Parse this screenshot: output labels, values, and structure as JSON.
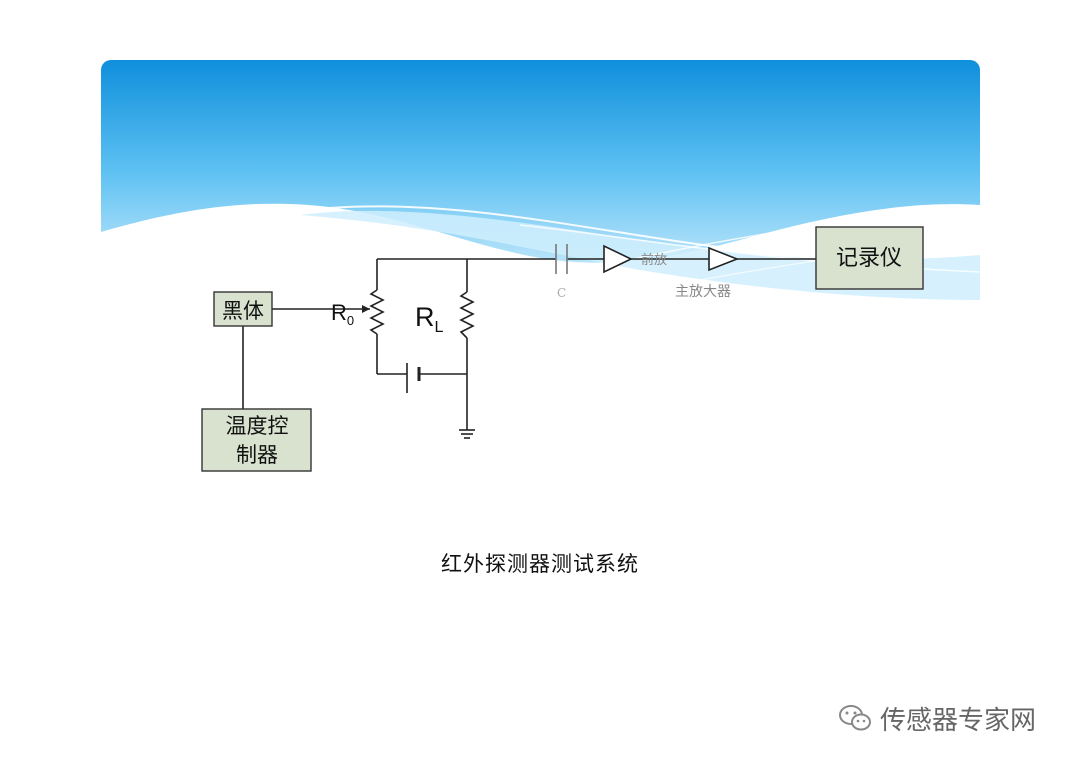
{
  "diagram": {
    "blackbody_label": "黑体",
    "temp_controller_label": [
      "温度控",
      "制器"
    ],
    "r0_label": "R",
    "r0_sub": "0",
    "rl_label": "R",
    "rl_sub": "L",
    "capacitor_label": "C",
    "preamp_label": "前放",
    "main_amp_label": "主放大器",
    "recorder_label": "记录仪"
  },
  "caption": "红外探测器测试系统",
  "watermark": {
    "text": "传感器专家网",
    "icon": "wechat-icon"
  },
  "colors": {
    "banner_top": "#0f8fdc",
    "banner_mid": "#5ec1f2",
    "box_fill": "#d9e2cf",
    "line": "#222222"
  }
}
